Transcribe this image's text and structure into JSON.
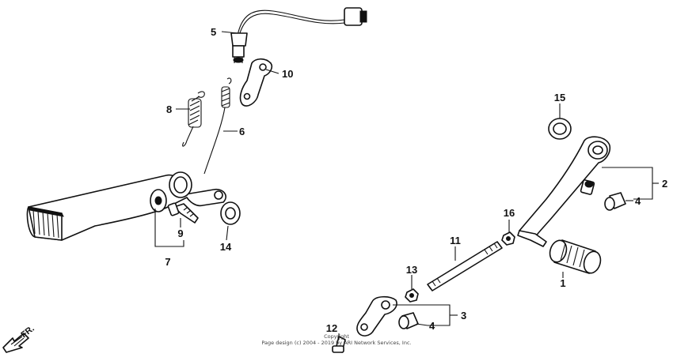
{
  "callouts": {
    "c1": "1",
    "c2": "2",
    "c3": "3",
    "c4a": "4",
    "c4b": "4",
    "c5": "5",
    "c6": "6",
    "c7": "7",
    "c8": "8",
    "c9": "9",
    "c10": "10",
    "c11": "11",
    "c12": "12",
    "c13": "13",
    "c14": "14",
    "c15": "15",
    "c16": "16"
  },
  "direction_label": "FR.",
  "copyright": {
    "line1": "Copyright",
    "line2": "Page design (c) 2004 - 2019 by ARI Network Services, Inc."
  }
}
